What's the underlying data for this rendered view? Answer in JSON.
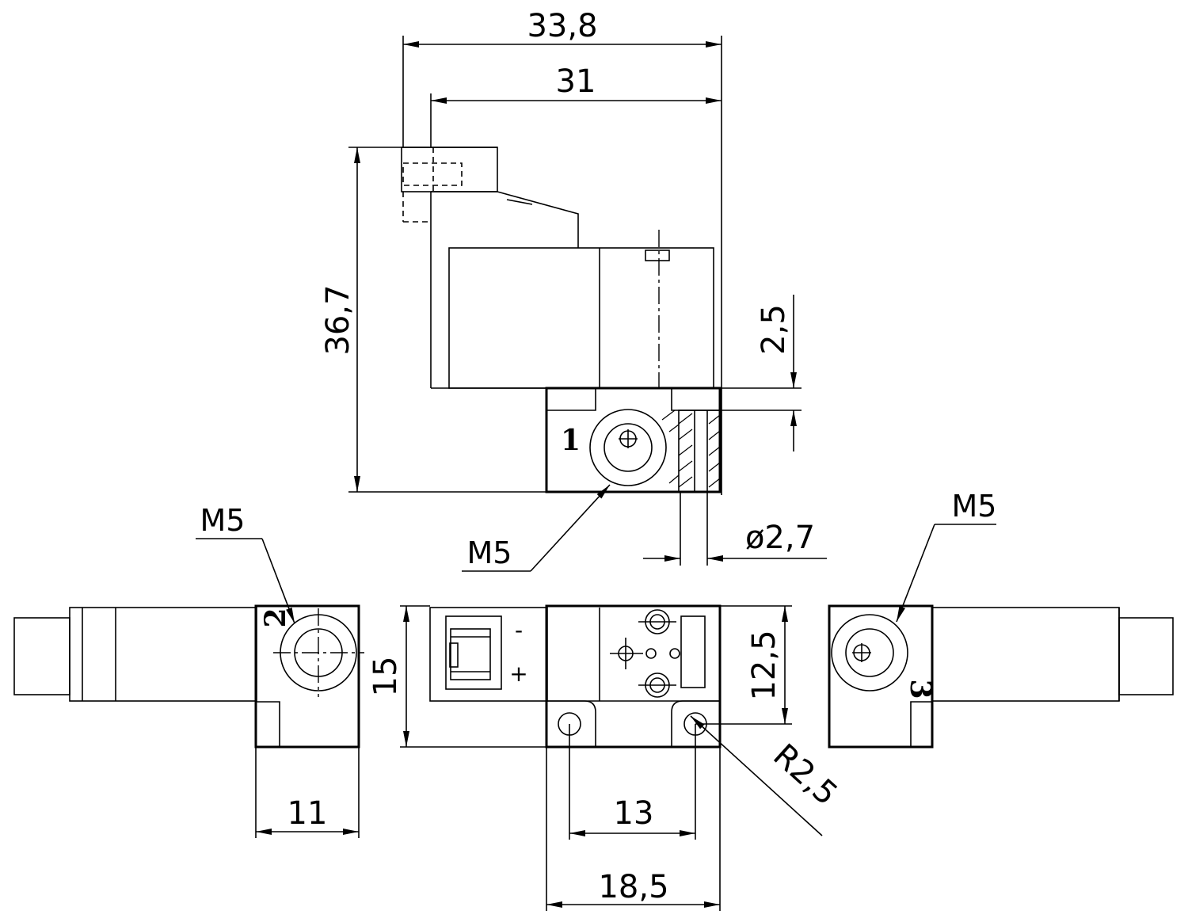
{
  "dimensions": {
    "width_overall": "33,8",
    "width_body": "31",
    "height_overall": "36,7",
    "counterbore_depth": "2,5",
    "hole_diameter": "ø2,7",
    "base_width": "11",
    "height_front": "15",
    "height_inner": "12,5",
    "hole_spacing": "13",
    "base_length": "18,5",
    "corner_radius": "R2,5"
  },
  "thread_labels": {
    "port_1": "M5",
    "port_2": "M5",
    "port_3": "M5"
  },
  "port_numbers": {
    "port_1": "1",
    "port_2": "2",
    "port_3": "3"
  },
  "connector_symbols": {
    "minus": "-",
    "plus": "+"
  }
}
